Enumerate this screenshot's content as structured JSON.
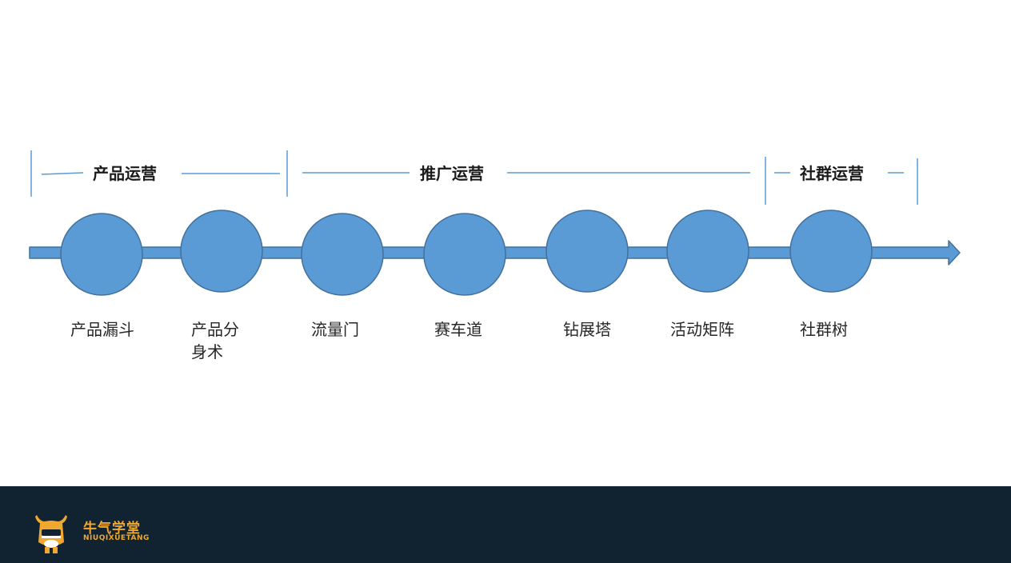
{
  "phases": [
    {
      "title": "产品运营"
    },
    {
      "title": "推广运营"
    },
    {
      "title": "社群运营"
    }
  ],
  "steps": [
    {
      "label": "产品漏斗"
    },
    {
      "label": "产品分身术"
    },
    {
      "label": "流量门"
    },
    {
      "label": "赛车道"
    },
    {
      "label": "钻展塔"
    },
    {
      "label": "活动矩阵"
    },
    {
      "label": "社群树"
    }
  ],
  "colors": {
    "node_fill": "#5b9bd5",
    "node_stroke": "#41719c",
    "bracket_line": "#5b9bd5",
    "footer_bg": "#112231",
    "brand": "#f0a830"
  },
  "footer": {
    "logo_icon": "bull-mascot-icon",
    "brand_cn": "牛气学堂",
    "brand_en": "NIUQIXUETANG"
  }
}
